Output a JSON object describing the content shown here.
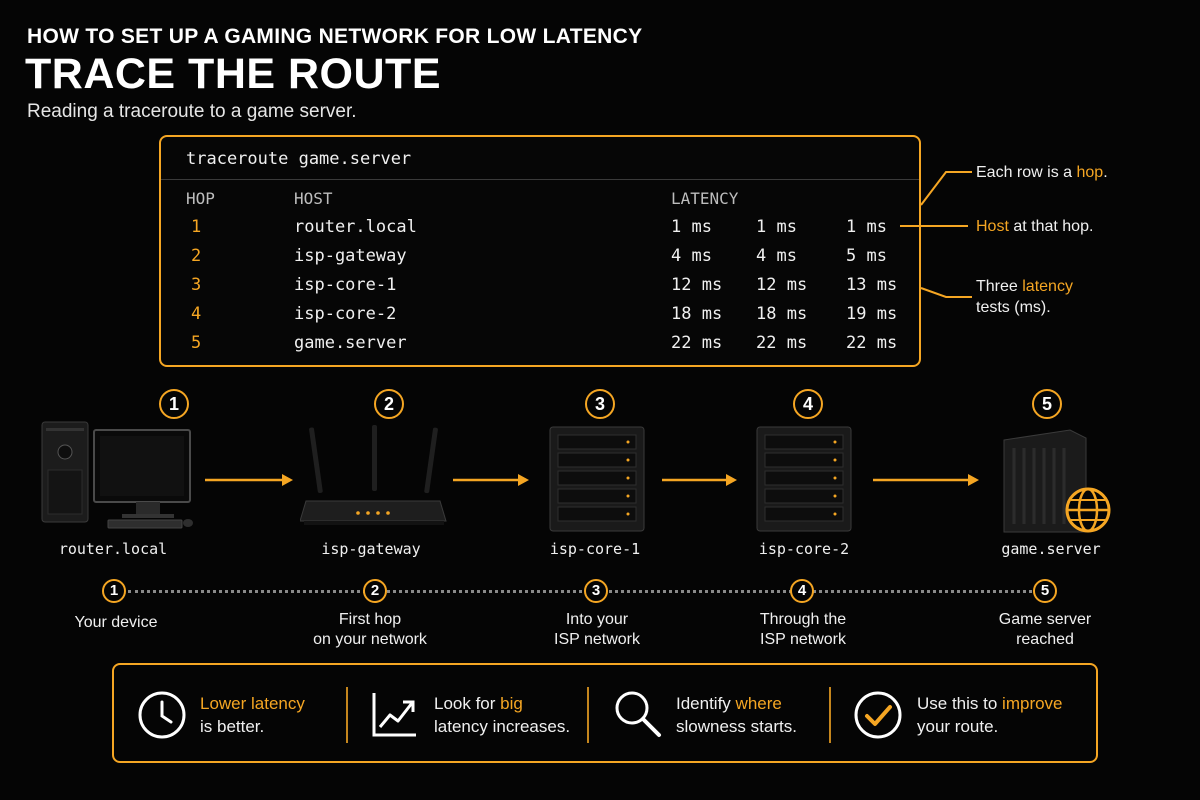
{
  "header": {
    "kicker": "HOW TO SET UP A GAMING NETWORK FOR LOW LATENCY",
    "title": "TRACE THE ROUTE",
    "subtitle": "Reading a traceroute to a game server."
  },
  "terminal": {
    "command": "traceroute game.server",
    "headers": {
      "hop": "HOP",
      "host": "HOST",
      "latency": "LATENCY"
    },
    "rows": [
      {
        "hop": "1",
        "host": "router.local",
        "t1": "1 ms",
        "t2": "1 ms",
        "t3": "1 ms"
      },
      {
        "hop": "2",
        "host": "isp-gateway",
        "t1": "4 ms",
        "t2": "4 ms",
        "t3": "5 ms"
      },
      {
        "hop": "3",
        "host": "isp-core-1",
        "t1": "12 ms",
        "t2": "12 ms",
        "t3": "13 ms"
      },
      {
        "hop": "4",
        "host": "isp-core-2",
        "t1": "18 ms",
        "t2": "18 ms",
        "t3": "19 ms"
      },
      {
        "hop": "5",
        "host": "game.server",
        "t1": "22 ms",
        "t2": "22 ms",
        "t3": "22 ms"
      }
    ]
  },
  "notes": {
    "row_pre": "Each row is a ",
    "row_hl": "hop",
    "row_post": ".",
    "host_hl": "Host",
    "host_post": " at that hop.",
    "lat_pre": "Three ",
    "lat_hl": "latency",
    "lat_post": "tests (ms)."
  },
  "devices": [
    {
      "num": "1",
      "label": "router.local",
      "icon": "desktop-computer-icon"
    },
    {
      "num": "2",
      "label": "isp-gateway",
      "icon": "wifi-router-icon"
    },
    {
      "num": "3",
      "label": "isp-core-1",
      "icon": "server-rack-icon"
    },
    {
      "num": "4",
      "label": "isp-core-2",
      "icon": "server-rack-icon"
    },
    {
      "num": "5",
      "label": "game.server",
      "icon": "game-server-globe-icon"
    }
  ],
  "steps": [
    {
      "num": "1",
      "line1": "Your device",
      "line2": ""
    },
    {
      "num": "2",
      "line1": "First hop",
      "line2": "on your network"
    },
    {
      "num": "3",
      "line1": "Into your",
      "line2": "ISP network"
    },
    {
      "num": "4",
      "line1": "Through the",
      "line2": "ISP network"
    },
    {
      "num": "5",
      "line1": "Game server",
      "line2": "reached"
    }
  ],
  "tips": [
    {
      "icon": "clock-icon",
      "hl": "Lower latency",
      "line2": "is better."
    },
    {
      "icon": "trend-up-chart-icon",
      "pre": "Look for ",
      "hl": "big",
      "line2": "latency increases."
    },
    {
      "icon": "magnifier-icon",
      "pre": "Identify ",
      "hl": "where",
      "line2": "slowness starts."
    },
    {
      "icon": "checkmark-circle-icon",
      "pre": "Use this to ",
      "hl": "improve",
      "line2": "your route."
    }
  ],
  "colors": {
    "accent": "#f5a623",
    "background": "#050505"
  }
}
